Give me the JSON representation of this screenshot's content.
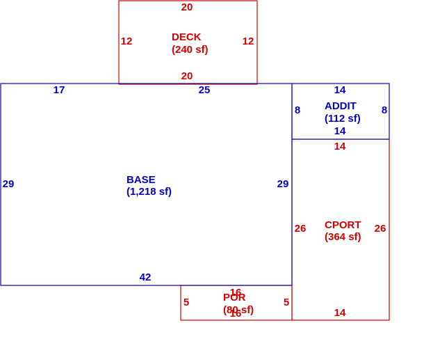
{
  "colors": {
    "base_outline": "#0000c8",
    "secondary_outline": "#d40000",
    "background": "#ffffff"
  },
  "areas": {
    "deck": {
      "name": "DECK",
      "area": "(240 sf)",
      "dims": {
        "top": "20",
        "bottom": "20",
        "left": "12",
        "right": "12"
      }
    },
    "base": {
      "name": "BASE",
      "area": "(1,218 sf)",
      "dims": {
        "top_left": "17",
        "top_right": "25",
        "left": "29",
        "right": "29",
        "bottom": "42"
      }
    },
    "addit": {
      "name": "ADDIT",
      "area": "(112 sf)",
      "dims": {
        "top": "14",
        "bottom": "14",
        "left": "8",
        "right": "8"
      }
    },
    "cport": {
      "name": "CPORT",
      "area": "(364 sf)",
      "dims": {
        "top": "14",
        "bottom": "14",
        "left": "26",
        "right": "26"
      }
    },
    "por": {
      "name": "POR",
      "area": "(80 sf)",
      "dims": {
        "top": "16",
        "bottom": "16",
        "left": "5",
        "right": "5"
      }
    }
  }
}
